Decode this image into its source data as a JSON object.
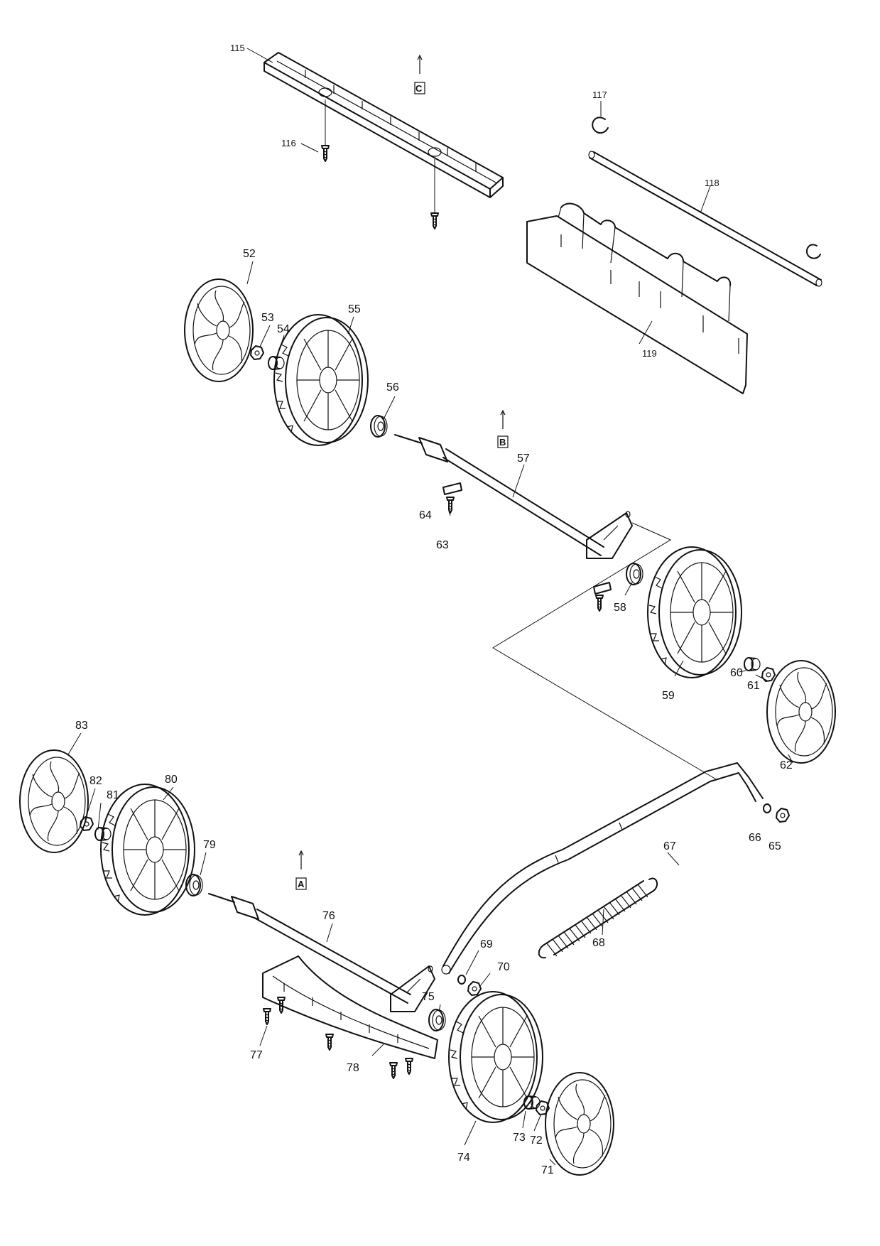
{
  "callouts": {
    "p115": "115",
    "p116": "116",
    "p117": "117",
    "p118": "118",
    "p119": "119",
    "p52": "52",
    "p53": "53",
    "p54": "54",
    "p55": "55",
    "p56": "56",
    "p57": "57",
    "p58": "58",
    "p59": "59",
    "p60": "60",
    "p61": "61",
    "p62": "62",
    "p63": "63",
    "p64": "64",
    "p65": "65",
    "p66": "66",
    "p67": "67",
    "p68": "68",
    "p69": "69",
    "p70": "70",
    "p71": "71",
    "p72": "72",
    "p73": "73",
    "p74": "74",
    "p75": "75",
    "p76": "76",
    "p77": "77",
    "p78": "78",
    "p79": "79",
    "p80": "80",
    "p81": "81",
    "p82": "82",
    "p83": "83"
  },
  "markers": {
    "a": "A",
    "b": "B",
    "c": "C"
  }
}
